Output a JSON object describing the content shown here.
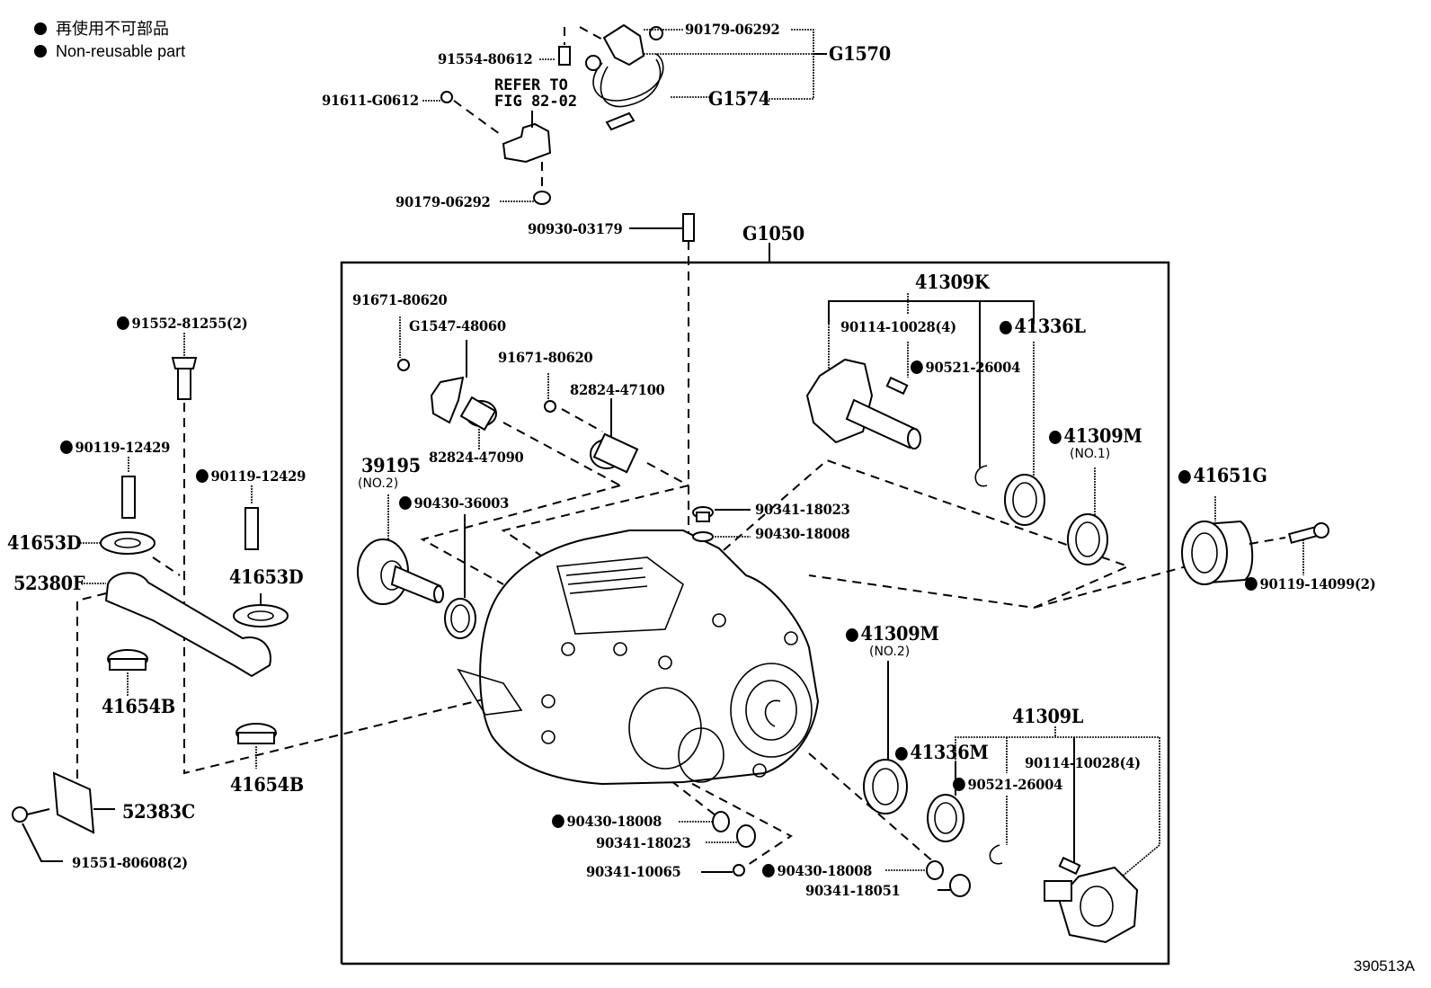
{
  "legend": {
    "line_jp": "再使用不可部品",
    "line_en": "Non-reusable part"
  },
  "figure_id": "390513A",
  "refer_note": "REFER TO\nFIG 82-02",
  "group_box_label": "G1050",
  "labels": [
    {
      "id": "90179-06292-top",
      "text": "90179-06292",
      "nonreusable": false
    },
    {
      "id": "G1570",
      "text": "G1570",
      "nonreusable": false
    },
    {
      "id": "91554-80612",
      "text": "91554-80612",
      "nonreusable": false
    },
    {
      "id": "91611-G0612",
      "text": "91611-G0612",
      "nonreusable": false
    },
    {
      "id": "G1574",
      "text": "G1574",
      "nonreusable": false
    },
    {
      "id": "90179-06292-bottom",
      "text": "90179-06292",
      "nonreusable": false
    },
    {
      "id": "90930-03179",
      "text": "90930-03179",
      "nonreusable": false
    },
    {
      "id": "91552-81255",
      "text": "91552-81255(2)",
      "nonreusable": true
    },
    {
      "id": "90119-12429-a",
      "text": "90119-12429",
      "nonreusable": true
    },
    {
      "id": "90119-12429-b",
      "text": "90119-12429",
      "nonreusable": true
    },
    {
      "id": "41653D-a",
      "text": "41653D",
      "nonreusable": false
    },
    {
      "id": "52380F",
      "text": "52380F",
      "nonreusable": false
    },
    {
      "id": "41653D-b",
      "text": "41653D",
      "nonreusable": false
    },
    {
      "id": "41654B-a",
      "text": "41654B",
      "nonreusable": false
    },
    {
      "id": "41654B-b",
      "text": "41654B",
      "nonreusable": false
    },
    {
      "id": "52383C",
      "text": "52383C",
      "nonreusable": false
    },
    {
      "id": "91551-80608",
      "text": "91551-80608(2)",
      "nonreusable": false
    },
    {
      "id": "91671-80620-a",
      "text": "91671-80620",
      "nonreusable": false
    },
    {
      "id": "G1547-48060",
      "text": "G1547-48060",
      "nonreusable": false
    },
    {
      "id": "91671-80620-b",
      "text": "91671-80620",
      "nonreusable": false
    },
    {
      "id": "82824-47100",
      "text": "82824-47100",
      "nonreusable": false
    },
    {
      "id": "82824-47090",
      "text": "82824-47090",
      "nonreusable": false
    },
    {
      "id": "39195",
      "text": "39195",
      "nonreusable": false,
      "sub": "(NO.2)"
    },
    {
      "id": "90430-36003",
      "text": "90430-36003",
      "nonreusable": true
    },
    {
      "id": "90341-18023-a",
      "text": "90341-18023",
      "nonreusable": false
    },
    {
      "id": "90430-18008-a",
      "text": "90430-18008",
      "nonreusable": false
    },
    {
      "id": "41309K",
      "text": "41309K",
      "nonreusable": false
    },
    {
      "id": "90114-10028-a",
      "text": "90114-10028(4)",
      "nonreusable": false
    },
    {
      "id": "41336L",
      "text": "41336L",
      "nonreusable": true
    },
    {
      "id": "90521-26004-a",
      "text": "90521-26004",
      "nonreusable": true
    },
    {
      "id": "41309M-no1",
      "text": "41309M",
      "nonreusable": true,
      "sub": "(NO.1)"
    },
    {
      "id": "41651G",
      "text": "41651G",
      "nonreusable": true
    },
    {
      "id": "90119-14099",
      "text": "90119-14099(2)",
      "nonreusable": true
    },
    {
      "id": "41309M-no2",
      "text": "41309M",
      "nonreusable": true,
      "sub": "(NO.2)"
    },
    {
      "id": "41309L",
      "text": "41309L",
      "nonreusable": false
    },
    {
      "id": "41336M",
      "text": "41336M",
      "nonreusable": true
    },
    {
      "id": "90114-10028-b",
      "text": "90114-10028(4)",
      "nonreusable": false
    },
    {
      "id": "90521-26004-b",
      "text": "90521-26004",
      "nonreusable": true
    },
    {
      "id": "90430-18008-b",
      "text": "90430-18008",
      "nonreusable": true
    },
    {
      "id": "90341-18023-b",
      "text": "90341-18023",
      "nonreusable": false
    },
    {
      "id": "90341-10065",
      "text": "90341-10065",
      "nonreusable": false
    },
    {
      "id": "90430-18008-c",
      "text": "90430-18008",
      "nonreusable": true
    },
    {
      "id": "90341-18051",
      "text": "90341-18051",
      "nonreusable": false
    }
  ]
}
